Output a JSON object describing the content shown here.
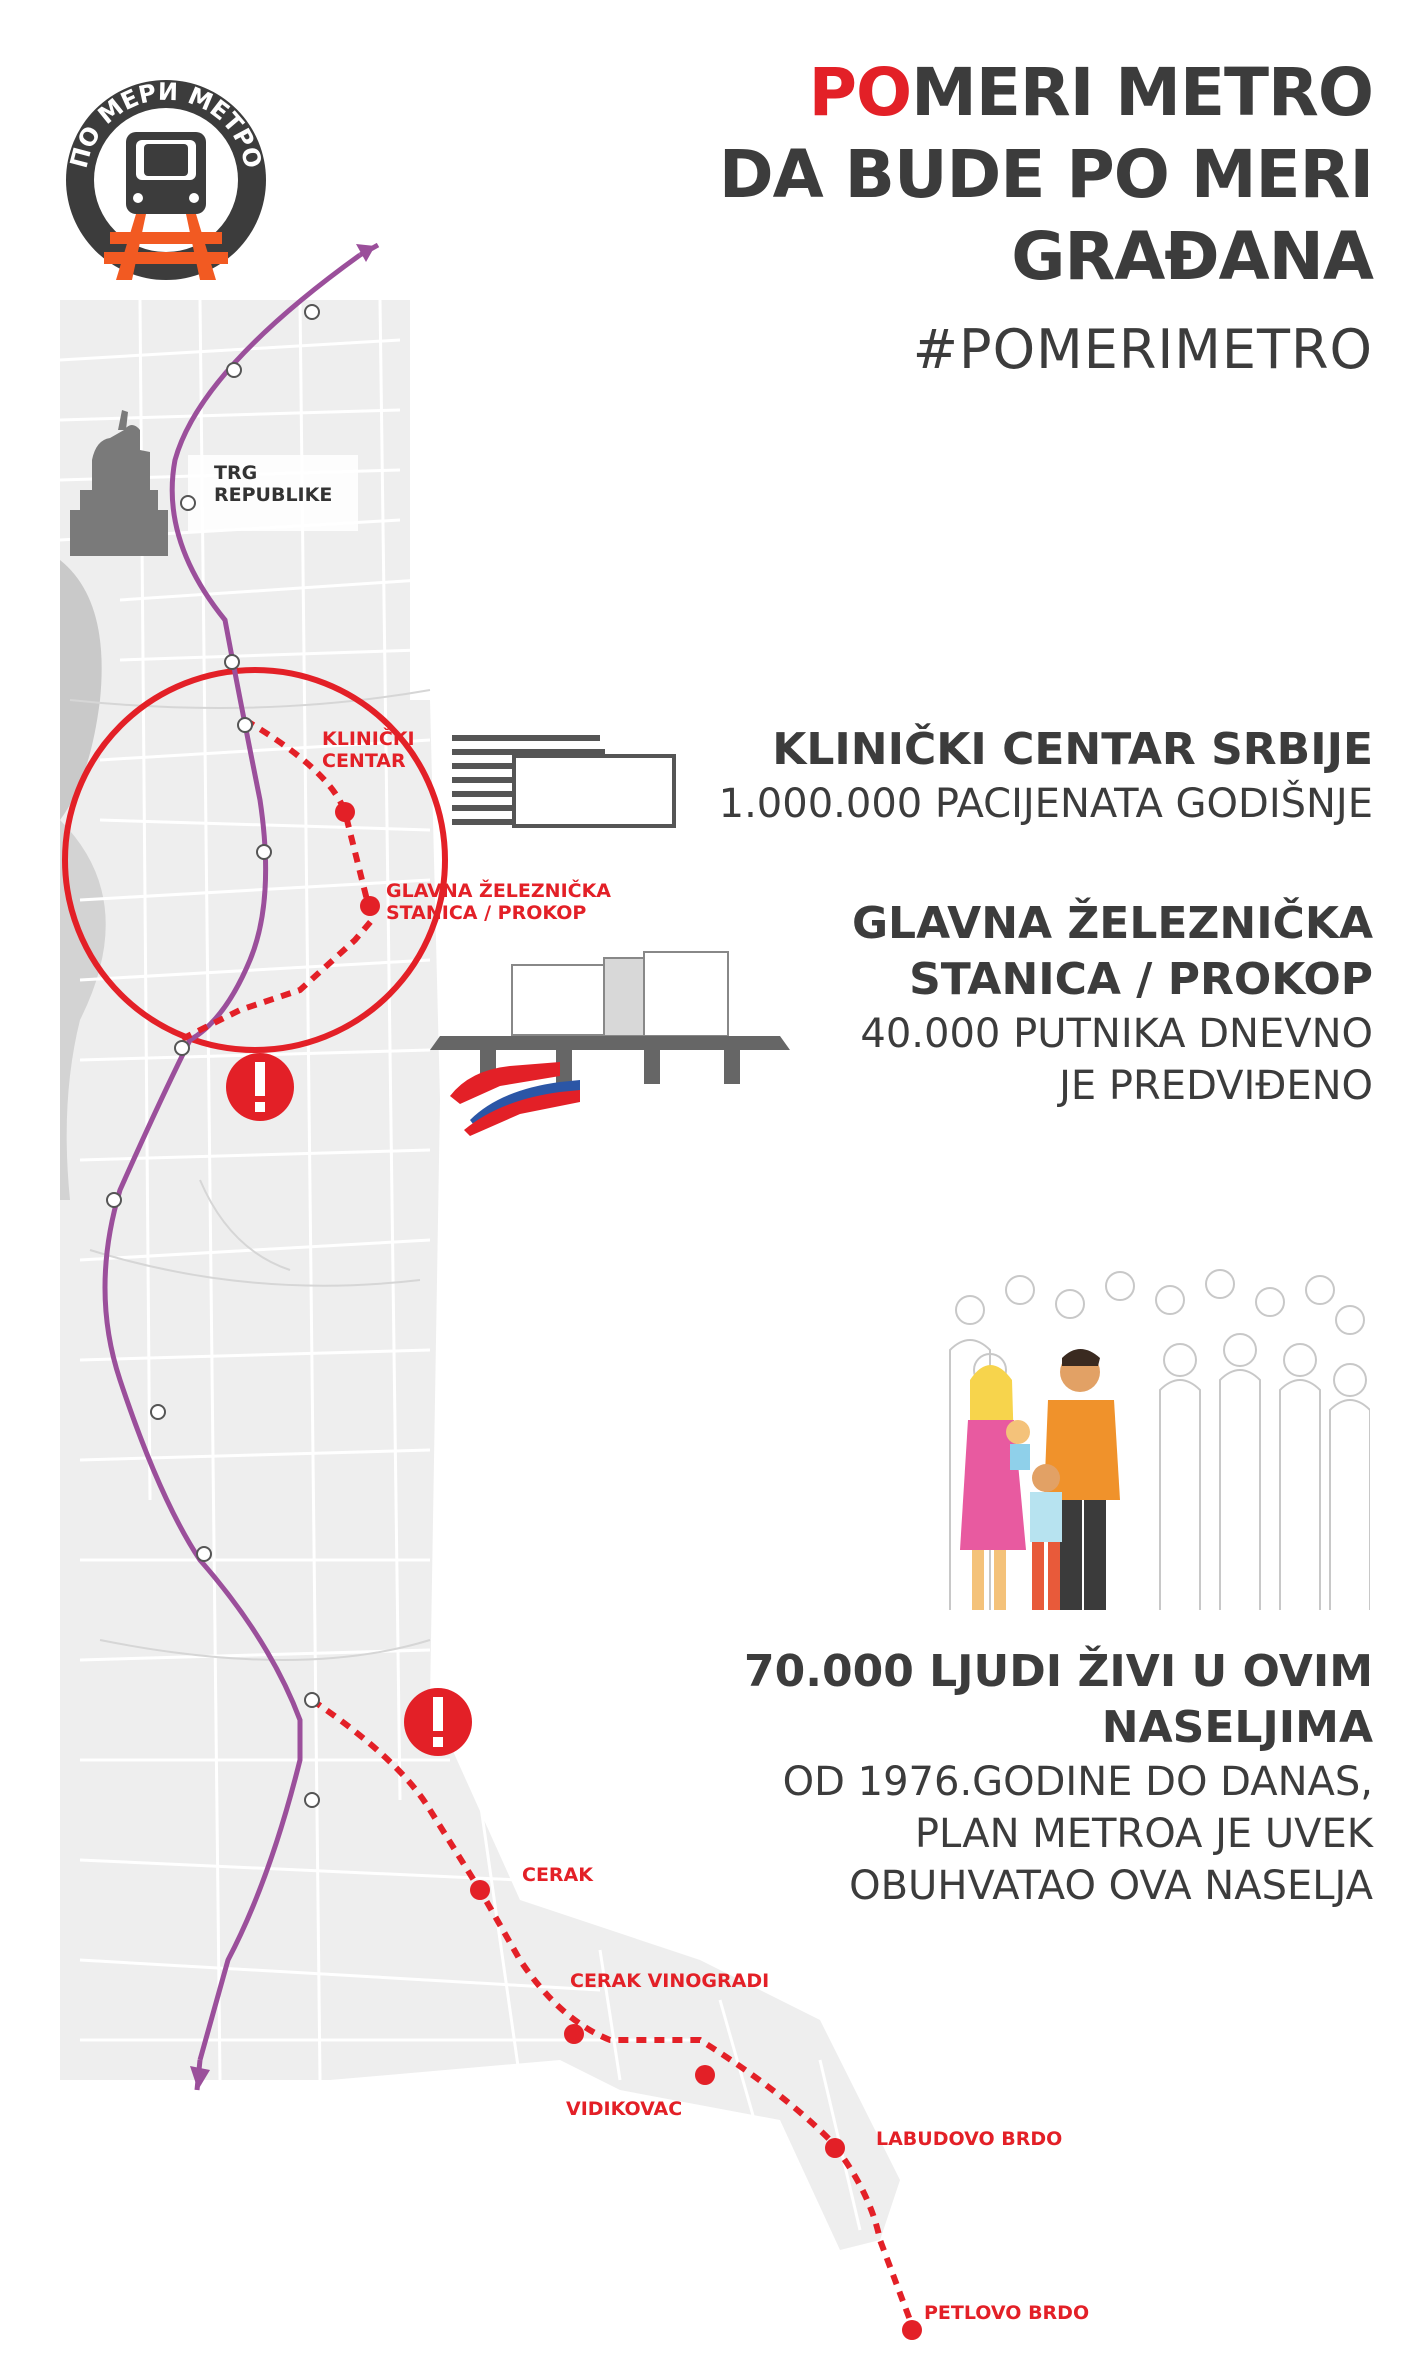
{
  "logo": {
    "text": "ПО МЕРИ МЕТРО",
    "ring_color": "#3c3c3c",
    "accent": "#f25a22"
  },
  "title": {
    "part1_highlight": "PO",
    "part1_rest": "MERI METRO",
    "line2": "DA BUDE PO MERI",
    "line3": "GRAĐANA"
  },
  "hashtag": "#POMERIMETRO",
  "facts": [
    {
      "heading": "KLINIČKI CENTAR SRBIJE",
      "lines": [
        "1.000.000 PACIJENATA GODIŠNJE"
      ]
    },
    {
      "heading": [
        "GLAVNA ŽELEZNIČKA",
        "STANICA / PROKOP"
      ],
      "lines": [
        "40.000 PUTNIKA DNEVNO",
        "JE PREDVIĐENO"
      ]
    },
    {
      "heading": [
        "70.000 LJUDI ŽIVI U OVIM",
        "NASELJIMA"
      ],
      "lines": [
        "OD 1976.GODINE DO DANAS,",
        "PLAN METROA JE UVEK",
        "OBUHVATAO OVA NASELJA"
      ]
    }
  ],
  "map_labels": {
    "trg": "TRG\nREPUBLIKE",
    "klinicki": "KLINIČKI\nCENTAR",
    "glavna": "GLAVNA ŽELEZNIČKA\nSTANICA / PROKOP",
    "cerak": "CERAK",
    "cerak_vinogradi": "CERAK VINOGRADI",
    "vidikovac": "VIDIKOVAC",
    "labudovo": "LABUDOVO BRDO",
    "petlovo": "PETLOVO BRDO"
  },
  "colors": {
    "purple": "#9b4f9b",
    "red": "#e32027",
    "text": "#3c3c3c",
    "map": "#e8e8e8"
  }
}
